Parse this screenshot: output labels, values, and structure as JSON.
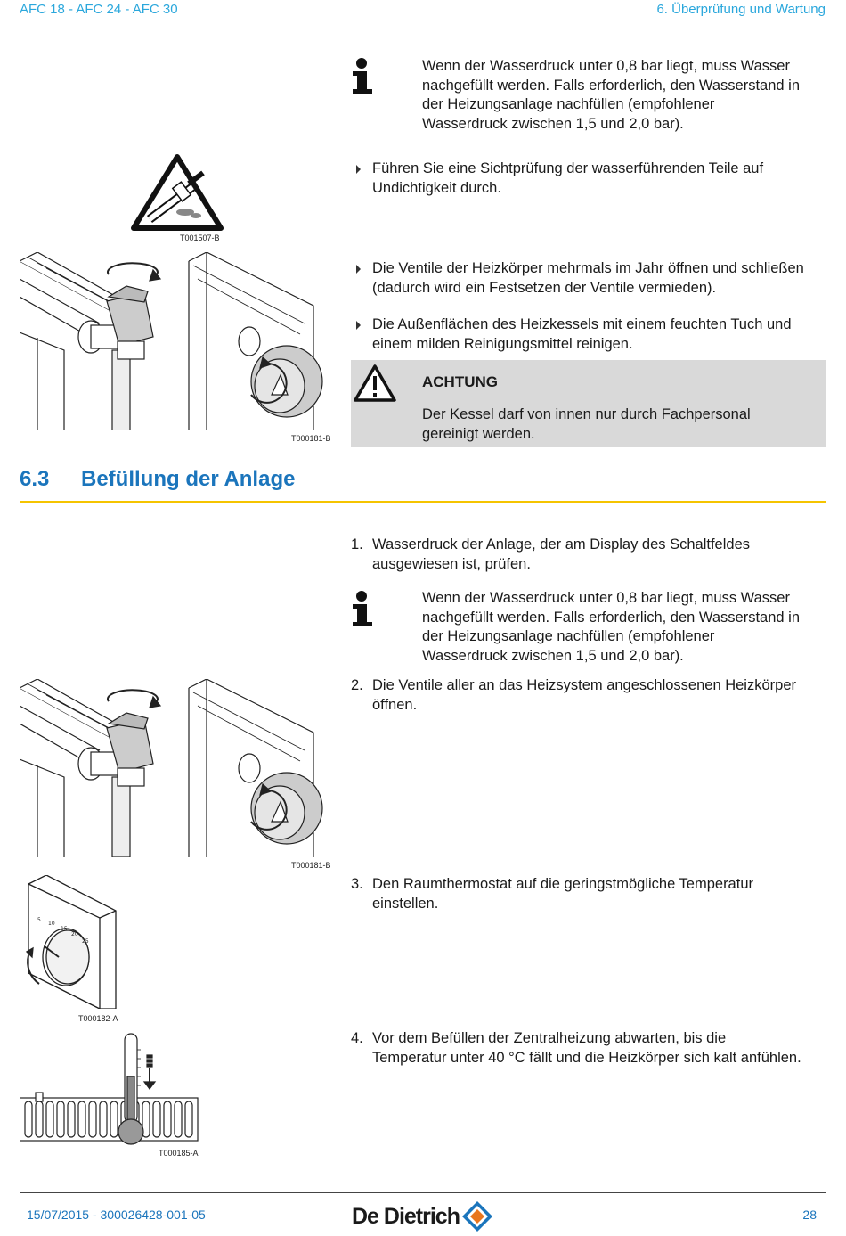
{
  "header": {
    "left": "AFC 18 - AFC 24 - AFC 30",
    "right": "6.  Überprüfung und Wartung"
  },
  "info1": {
    "text_lines": [
      "Wenn der Wasserdruck unter 0,8 bar liegt, muss Wasser",
      "nachgefüllt werden. Falls erforderlich, den Wasserstand in",
      "der Heizungsanlage nachfüllen (empfohlener",
      "Wasserdruck zwischen 1,5 und 2,0 bar)."
    ]
  },
  "bullets": [
    {
      "lines": [
        "Führen Sie eine Sichtprüfung der wasserführenden Teile auf",
        "Undichtigkeit durch."
      ]
    },
    {
      "lines": [
        "Die Ventile der Heizkörper mehrmals im Jahr öffnen und schließen",
        "(dadurch wird ein Festsetzen der Ventile vermieden)."
      ]
    },
    {
      "lines": [
        "Die Außenflächen des Heizkessels mit einem feuchten Tuch und",
        "einem milden Reinigungsmittel reinigen."
      ]
    }
  ],
  "figures": {
    "leak": "T001507-B",
    "valves1": "T000181-B",
    "valves2": "T000181-B",
    "thermostat": "T000182-A",
    "radiator": "T000185-A"
  },
  "caution": {
    "title": "ACHTUNG",
    "lines": [
      "Der Kessel darf von innen nur durch Fachpersonal",
      "gereinigt werden."
    ]
  },
  "section": {
    "number": "6.3",
    "title": "Befüllung der Anlage"
  },
  "steps": [
    {
      "num": "1.",
      "lines": [
        "Wasserdruck der Anlage, der am Display des Schaltfeldes",
        "ausgewiesen ist, prüfen."
      ]
    },
    {
      "num": "2.",
      "lines": [
        "Die Ventile aller an das Heizsystem angeschlossenen Heizkörper",
        "öffnen."
      ]
    },
    {
      "num": "3.",
      "lines": [
        "Den Raumthermostat auf die geringstmögliche Temperatur",
        "einstellen."
      ]
    },
    {
      "num": "4.",
      "lines": [
        "Vor dem Befüllen der Zentralheizung abwarten, bis die",
        "Temperatur unter 40 °C fällt und die Heizkörper sich kalt anfühlen."
      ]
    }
  ],
  "info2": {
    "text_lines": [
      "Wenn der Wasserdruck unter 0,8 bar liegt, muss Wasser",
      "nachgefüllt werden. Falls erforderlich, den Wasserstand in",
      "der Heizungsanlage nachfüllen (empfohlener",
      "Wasserdruck zwischen 1,5 und 2,0 bar)."
    ]
  },
  "thermostat_scale": [
    "5",
    "10",
    "15",
    "20",
    "25"
  ],
  "footer": {
    "left": "15/07/2015 - 300026428-001-05",
    "brand": "De Dietrich",
    "page": "28"
  },
  "colors": {
    "accent_blue": "#2aa7dc",
    "accent_yellow": "#f5c400",
    "caution_bg": "#d9d9d9",
    "brand_orange": "#e8761e",
    "brand_blue": "#1b75bc"
  }
}
